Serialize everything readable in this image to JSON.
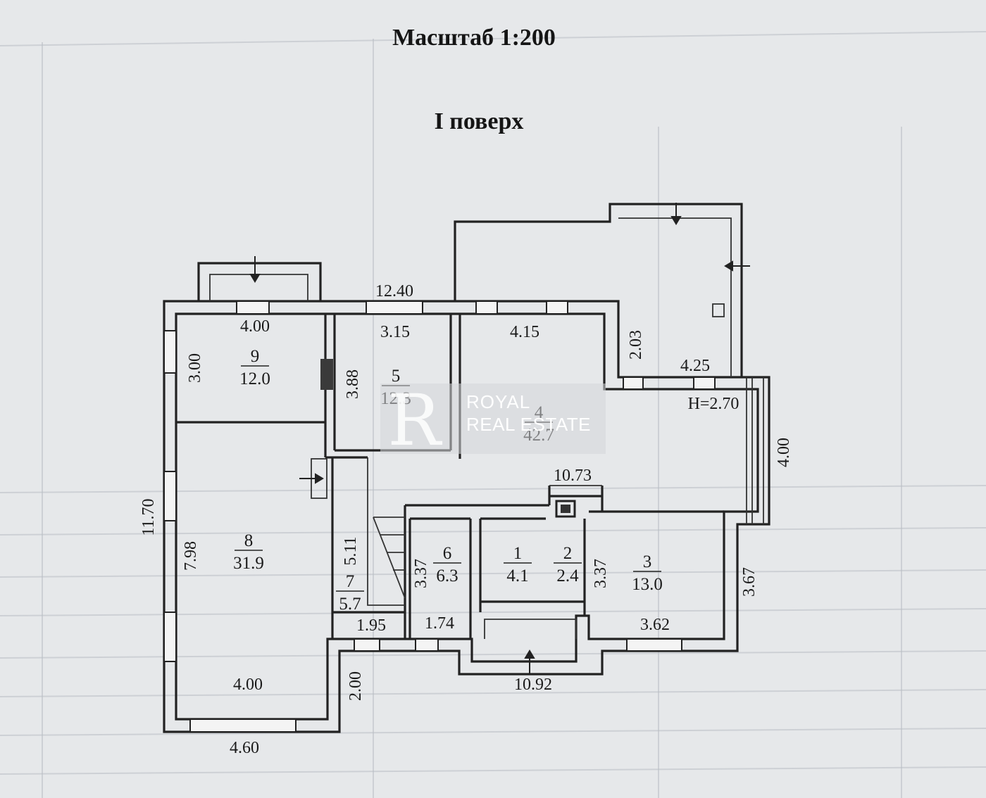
{
  "title": "Масштаб 1:200",
  "floor": "I поверх",
  "ceiling_height": "H=2.70",
  "watermark": {
    "line1": "ROYAL",
    "line2": "REAL ESTATE"
  },
  "dimensions": {
    "top_total": "12.40",
    "room9_width": "4.00",
    "room9_height": "3.00",
    "room5_width": "3.15",
    "room5_height": "3.88",
    "room4_width": "4.15",
    "room4_step": "2.03",
    "wing_width": "4.25",
    "wing_height": "4.00",
    "left_total": "11.70",
    "room8_height": "7.98",
    "room8_width": "4.00",
    "bottom_left": "4.60",
    "stair_height": "5.11",
    "stair_width": "1.95",
    "porch_depth": "2.00",
    "room6_height": "3.37",
    "room6_width": "1.74",
    "room3_height_left": "3.37",
    "room3_width": "3.62",
    "right_lower": "3.67",
    "middle_total": "10.73",
    "bottom_total": "10.92"
  },
  "rooms": [
    {
      "num": "9",
      "area": "12.0"
    },
    {
      "num": "5",
      "area": "12.3"
    },
    {
      "num": "4",
      "area": "42.7"
    },
    {
      "num": "8",
      "area": "31.9"
    },
    {
      "num": "7",
      "area": "5.7"
    },
    {
      "num": "6",
      "area": "6.3"
    },
    {
      "num": "1",
      "area": "4.1"
    },
    {
      "num": "2",
      "area": "2.4"
    },
    {
      "num": "3",
      "area": "13.0"
    }
  ]
}
